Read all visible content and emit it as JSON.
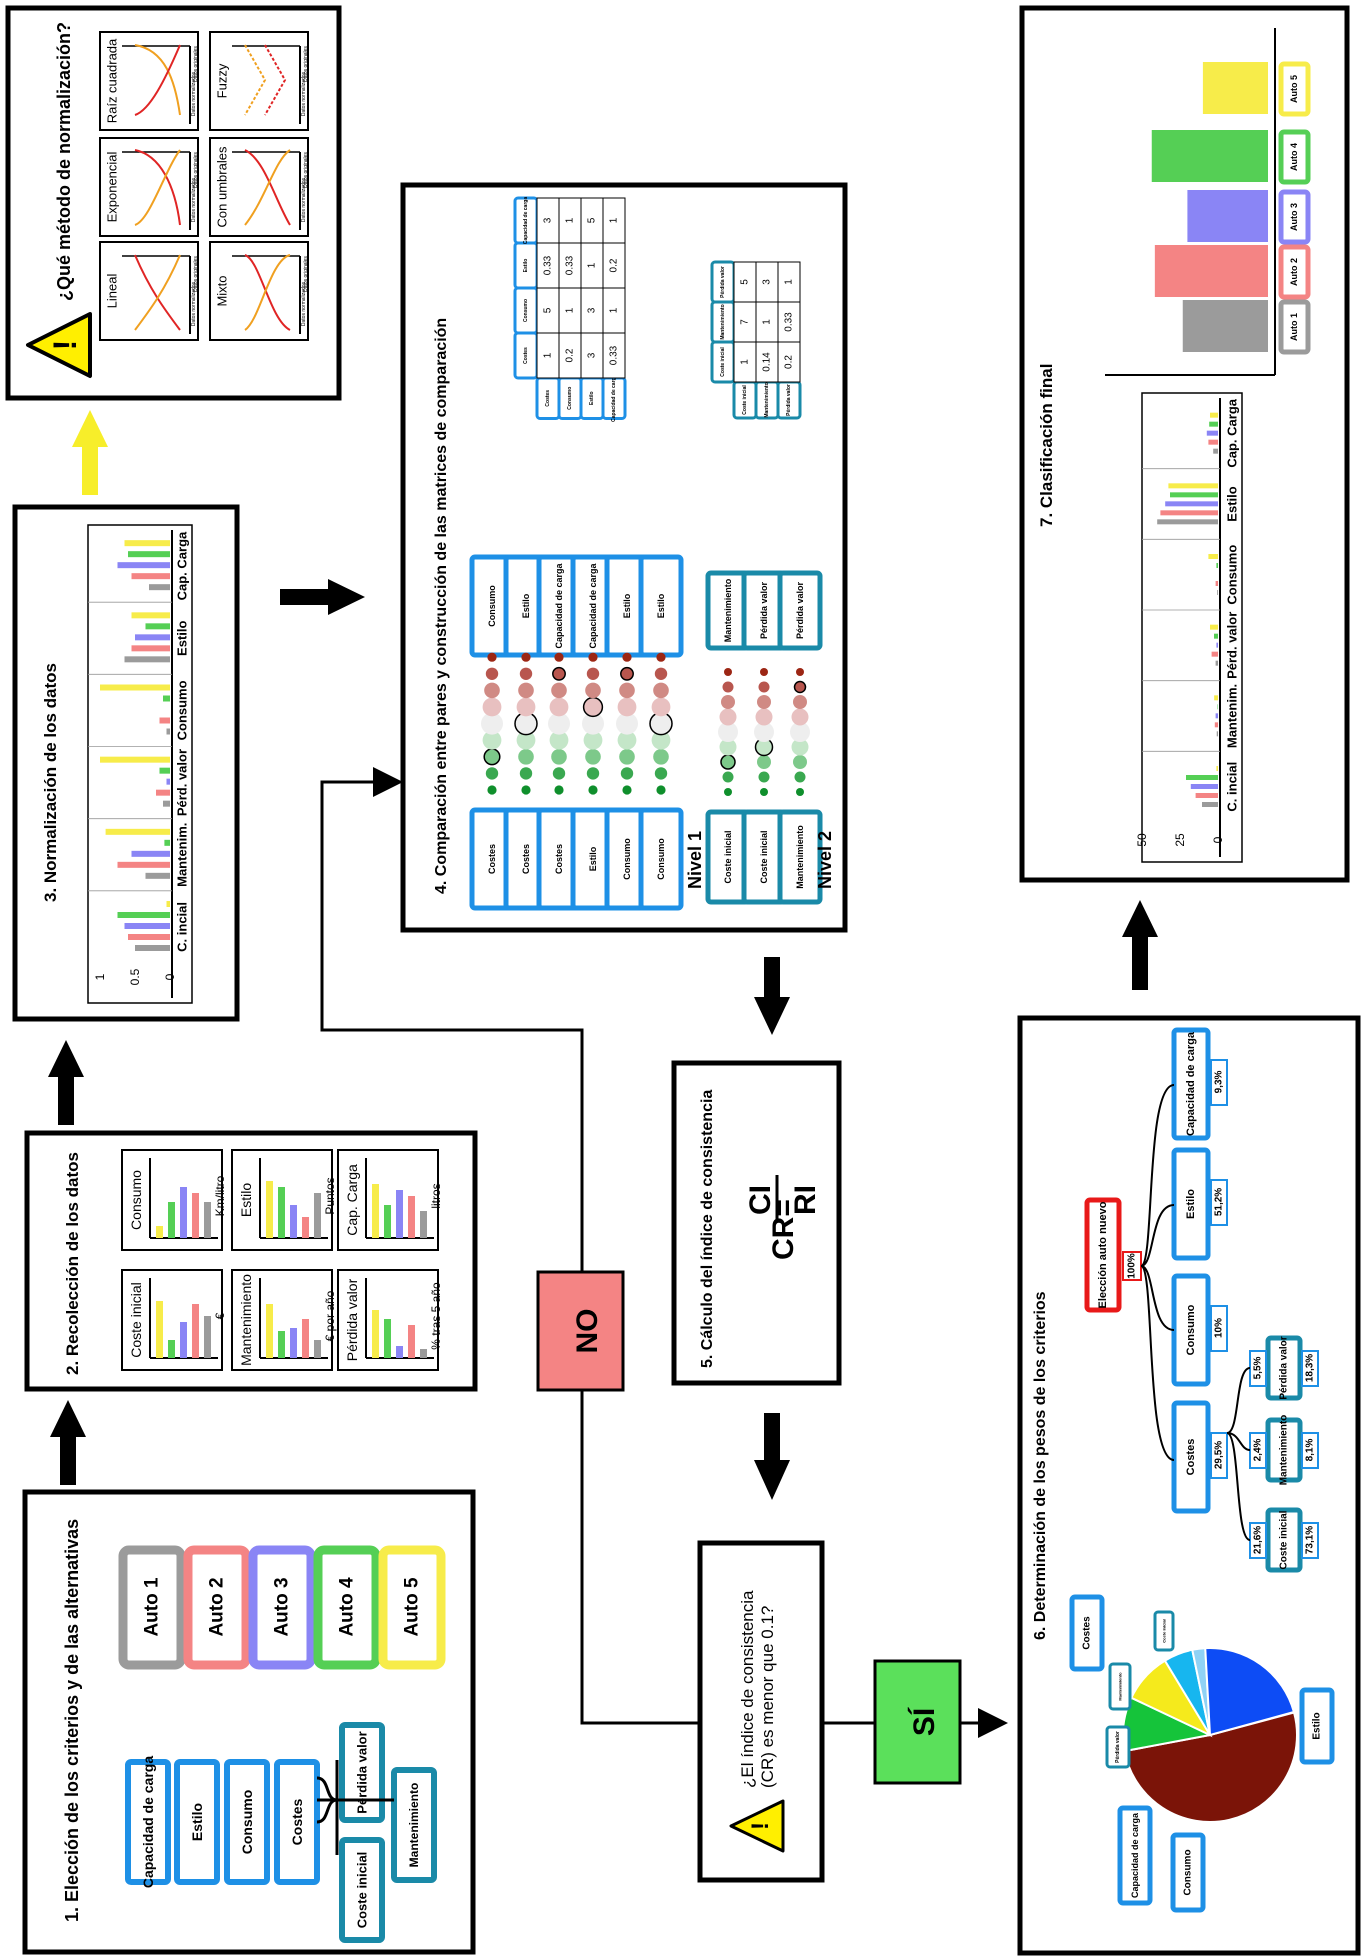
{
  "colors": {
    "auto1": "#9b9b9b",
    "auto2": "#f48484",
    "auto3": "#8a85f5",
    "auto4": "#55cf55",
    "auto5": "#f7ec4a",
    "blue_box": "#1e90e6",
    "teal_box": "#1a8aa8",
    "red_box": "#e81919",
    "no_fill": "#f48484",
    "si_fill": "#5be05b",
    "arrow_yellow": "#f7ee2a",
    "warning_yellow": "#ffef00"
  },
  "step1": {
    "title": "1. Elección de los criterios y de las alternativas",
    "criteria": [
      "Capacidad de carga",
      "Estilo",
      "Consumo",
      "Costes"
    ],
    "subcriteria": [
      "Coste inicial",
      "Pérdida valor",
      "Mantenimiento"
    ],
    "alternatives": [
      "Auto 1",
      "Auto 2",
      "Auto 3",
      "Auto 4",
      "Auto 5"
    ]
  },
  "step2": {
    "title": "2. Recolección de los datos",
    "charts": [
      {
        "name": "Coste inicial",
        "unit": "€",
        "values": [
          0.7,
          0.9,
          0.6,
          0.3,
          0.95
        ]
      },
      {
        "name": "Consumo",
        "unit": "Km/litro",
        "values": [
          0.6,
          0.75,
          0.85,
          0.6,
          0.2
        ]
      },
      {
        "name": "Mantenimiento",
        "unit": "€ por año",
        "values": [
          0.3,
          0.65,
          0.5,
          0.45,
          0.9
        ]
      },
      {
        "name": "Estilo",
        "unit": "Puntos",
        "values": [
          0.75,
          0.35,
          0.55,
          0.85,
          0.95
        ]
      },
      {
        "name": "Pérdida valor",
        "unit": "% tras 5 año",
        "values": [
          0.15,
          0.55,
          0.2,
          0.65,
          0.8
        ]
      },
      {
        "name": "Cap. Carga",
        "unit": "litros",
        "values": [
          0.45,
          0.7,
          0.8,
          0.55,
          0.9
        ]
      }
    ]
  },
  "step3": {
    "title": "3. Normalización de los datos",
    "y_ticks": [
      "0",
      "0.5",
      "1"
    ],
    "groups": [
      {
        "name": "C. incial",
        "values": [
          0.5,
          0.6,
          0.65,
          0.75,
          0.05
        ]
      },
      {
        "name": "Mantenim.",
        "values": [
          0.35,
          0.75,
          0.55,
          0.08,
          0.92
        ]
      },
      {
        "name": "Pérd. valor",
        "values": [
          0.1,
          0.2,
          0.05,
          0.15,
          1.0
        ]
      },
      {
        "name": "Consumo",
        "values": [
          0.05,
          0.15,
          0.0,
          0.1,
          1.0
        ]
      },
      {
        "name": "Estilo",
        "values": [
          0.65,
          0.55,
          0.5,
          0.35,
          0.55
        ]
      },
      {
        "name": "Cap. Carga",
        "values": [
          0.3,
          0.55,
          0.75,
          0.6,
          0.65
        ]
      }
    ]
  },
  "norm": {
    "title": "¿Qué método de normalización?",
    "methods": [
      "Lineal",
      "Exponencial",
      "Raíz cuadrada",
      "Mixto",
      "Con umbrales",
      "Fuzzy"
    ],
    "y_label": "Datos normalizados",
    "x_label": "Datos originales"
  },
  "step4": {
    "title": "4. Comparación entre pares y construcción de las matrices de comparación",
    "level1_label": "Nivel 1",
    "level2_label": "Nivel 2",
    "level1_pairs": [
      {
        "left": "Costes",
        "right": "Consumo",
        "selected": 2
      },
      {
        "left": "Costes",
        "right": "Estilo",
        "selected": 4
      },
      {
        "left": "Costes",
        "right": "Capacidad de carga",
        "selected": 7
      },
      {
        "left": "Estilo",
        "right": "Capacidad de carga",
        "selected": 5
      },
      {
        "left": "Consumo",
        "right": "Estilo",
        "selected": 7
      },
      {
        "left": "Consumo",
        "right": "Estilo",
        "selected": 4
      }
    ],
    "level2_pairs": [
      {
        "left": "Coste inicial",
        "right": "Mantenimiento",
        "selected": 2
      },
      {
        "left": "Coste inicial",
        "right": "Pérdida valor",
        "selected": 3
      },
      {
        "left": "Mantenimiento",
        "right": "Pérdida valor",
        "selected": 7
      }
    ],
    "matrix1": {
      "headers": [
        "Costes",
        "Consumo",
        "Estilo",
        "Capacidad de carga"
      ],
      "rows": [
        [
          "1",
          "5",
          "0.33",
          "3"
        ],
        [
          "0.2",
          "1",
          "0.33",
          "1"
        ],
        [
          "3",
          "3",
          "1",
          "5"
        ],
        [
          "0.33",
          "1",
          "0.2",
          "1"
        ]
      ]
    },
    "matrix2": {
      "headers": [
        "Coste inicial",
        "Mantenimiento",
        "Pérdida valor"
      ],
      "rows": [
        [
          "1",
          "7",
          "5"
        ],
        [
          "0.14",
          "1",
          "3"
        ],
        [
          "0.2",
          "0.33",
          "1"
        ]
      ]
    }
  },
  "step5": {
    "title": "5. Cálculo del índice de consistencia",
    "formula_lhs": "CR=",
    "numerator": "CI",
    "denominator": "RI",
    "question": "¿El índice de consistencia (CR) es menor que 0.1?",
    "no_label": "NO",
    "si_label": "SÍ"
  },
  "step6": {
    "title": "6. Determinación de los pesos de los criterios",
    "root": "Elección auto nuevo",
    "root_pct": "100%",
    "criteria": [
      {
        "name": "Costes",
        "pct": "29,5%"
      },
      {
        "name": "Consumo",
        "pct": "10%"
      },
      {
        "name": "Estilo",
        "pct": "51,2%"
      },
      {
        "name": "Capacidad de carga",
        "pct": "9,3%"
      }
    ],
    "subcriteria": [
      {
        "name": "Coste inicial",
        "local": "21,6%",
        "global": "73,1%"
      },
      {
        "name": "Mantenimiento",
        "local": "2,4%",
        "global": "8,1%"
      },
      {
        "name": "Pérdida valor",
        "local": "5,5%",
        "global": "18,3%"
      }
    ],
    "pie_labels": {
      "costes": "Costes",
      "estilo": "Estilo",
      "consumo": "Consumo",
      "capacidad": "Capacidad de carga",
      "perdida": "Pérdida valor",
      "mantenimiento": "Mantenimiento",
      "coste_inicial": "Coste inicial"
    },
    "pie_colors": {
      "estilo": "#7b1408",
      "consumo": "#15c43a",
      "capacidad": "#f5ea1c",
      "perdida": "#17b6ef",
      "mantenimiento": "#8fd2f5",
      "coste_inicial": "#0d4cf5"
    }
  },
  "step7": {
    "title": "7. Clasificación final",
    "y_ticks": [
      "0",
      "25",
      "50"
    ],
    "groups": [
      {
        "name": "C. incial",
        "values": [
          10,
          14,
          17,
          20,
          1
        ]
      },
      {
        "name": "Mantenim.",
        "values": [
          0.8,
          2,
          1.5,
          0.3,
          2.4
        ]
      },
      {
        "name": "Pérd. valor",
        "values": [
          1.5,
          4,
          1,
          2.5,
          5
        ]
      },
      {
        "name": "Consumo",
        "values": [
          0.5,
          1.5,
          0,
          1,
          6
        ]
      },
      {
        "name": "Estilo",
        "values": [
          38,
          36,
          33,
          30,
          31
        ]
      },
      {
        "name": "Cap. Carga",
        "values": [
          3,
          6,
          7,
          5.5,
          5
        ]
      }
    ],
    "final_labels": [
      "Auto 1",
      "Auto 2",
      "Auto 3",
      "Auto 4",
      "Auto 5"
    ],
    "final_values": [
      55,
      73,
      52,
      75,
      42
    ]
  }
}
